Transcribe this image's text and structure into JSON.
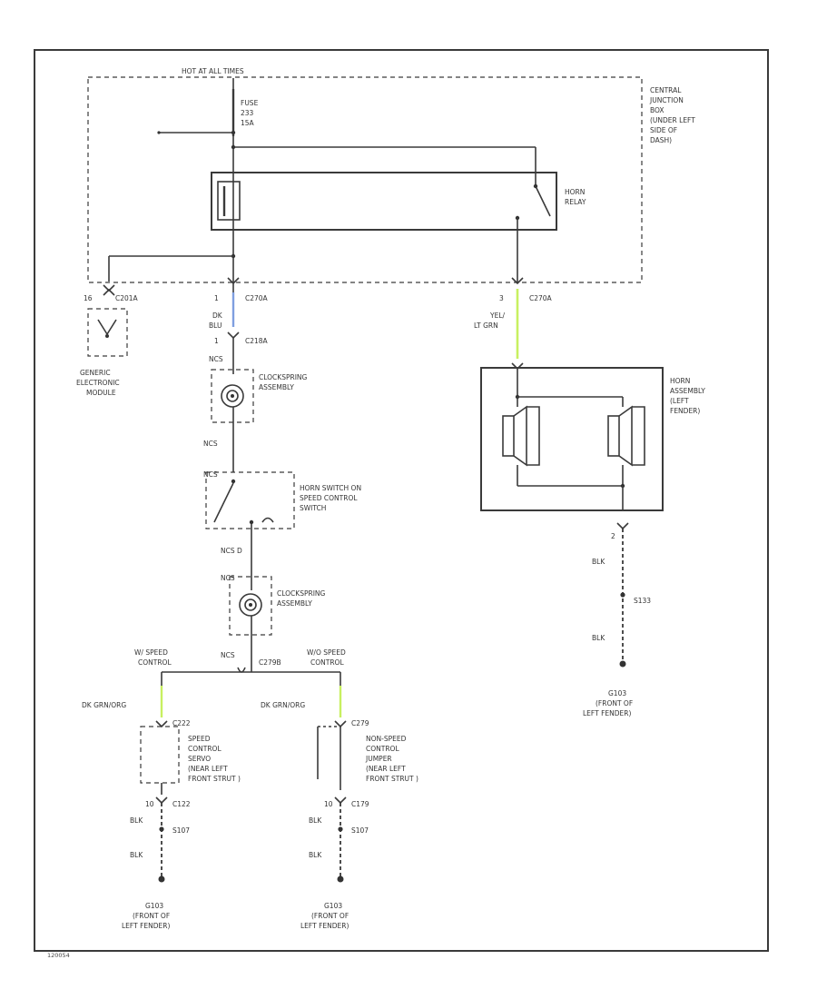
{
  "colors": {
    "blue_wire": "#7f9fe0",
    "green_wire": "#c8f060",
    "line": "#3a3a3a"
  },
  "labels": {
    "hot_at_all_times": "HOT AT ALL TIMES",
    "fuse": "FUSE",
    "fuse_num": "233",
    "fuse_amp": "15A",
    "cjb": [
      "CENTRAL",
      "JUNCTION",
      "BOX",
      "(UNDER LEFT",
      "SIDE OF",
      "DASH)"
    ],
    "horn_relay": [
      "HORN",
      "RELAY"
    ],
    "gem_pin": "16",
    "gem_conn": "C201A",
    "gem": [
      "GENERIC",
      "ELECTRONIC",
      "MODULE"
    ],
    "c270a_left_pin": "1",
    "c270a_left": "C270A",
    "dk_blu": [
      "DK",
      "BLU"
    ],
    "c218a_pin": "1",
    "c218a": "C218A",
    "ncs1": "NCS",
    "clockspring1": [
      "CLOCKSPRING",
      "ASSEMBLY"
    ],
    "ncs2": "NCS",
    "ncs3": "NCS",
    "horn_switch": [
      "HORN SWITCH ON",
      "SPEED CONTROL",
      "SWITCH"
    ],
    "ncs_d": "NCS D",
    "ncs4": "NCS",
    "clockspring2": [
      "CLOCKSPRING",
      "ASSEMBLY"
    ],
    "w_speed": [
      "W/ SPEED",
      "CONTROL"
    ],
    "ncs5": "NCS",
    "c279b": "C279B",
    "wo_speed": [
      "W/O SPEED",
      "CONTROL"
    ],
    "c270a_right_pin": "3",
    "c270a_right": "C270A",
    "yel_ltgrn": [
      "YEL/",
      "LT GRN"
    ],
    "horn_assembly": [
      "HORN",
      "ASSEMBLY",
      "(LEFT",
      "FENDER)"
    ],
    "right_pin2": "2",
    "right_blk1": "BLK",
    "s133": "S133",
    "right_blk2": "BLK",
    "g103_right": [
      "G103",
      "(FRONT OF",
      "LEFT FENDER)"
    ],
    "dk_grn_org_l": "DK GRN/ORG",
    "c222_l": "C222",
    "speed_servo": [
      "SPEED",
      "CONTROL",
      "SERVO",
      "(NEAR LEFT",
      "FRONT STRUT )"
    ],
    "pin10_l": "10",
    "c122_l": "C122",
    "blk_l1": "BLK",
    "s107_l": "S107",
    "blk_l2": "BLK",
    "g103_l": [
      "G103",
      "(FRONT OF",
      "LEFT FENDER)"
    ],
    "dk_grn_org_r": "DK GRN/ORG",
    "c279_r": "C279",
    "non_speed": [
      "NON-SPEED",
      "CONTROL",
      "JUMPER",
      "(NEAR LEFT",
      "FRONT STRUT )"
    ],
    "pin10_r": "10",
    "c179_r": "C179",
    "blk_r1": "BLK",
    "s107_r": "S107",
    "blk_r2": "BLK",
    "g103_r": [
      "G103",
      "(FRONT OF",
      "LEFT FENDER)"
    ],
    "code": "120054"
  }
}
